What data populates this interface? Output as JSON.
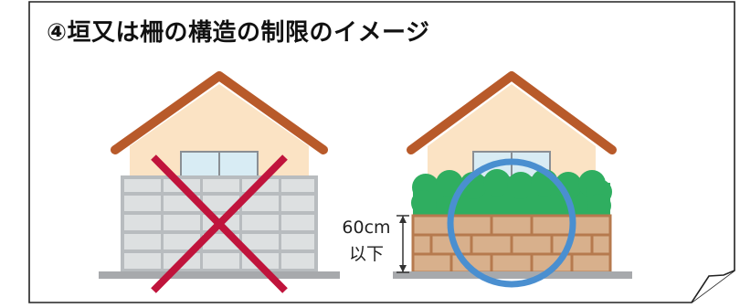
{
  "title": "④垣又は柵の構造の制限のイメージ",
  "height_limit": {
    "line1": "60cm",
    "line2": "以下"
  },
  "colors": {
    "roof": "#b85a2a",
    "wall": "#fbe3c4",
    "window": "#d8ecf4",
    "block_wall": "#dde0e1",
    "block_frame": "#b8bcbf",
    "cross": "#c0143c",
    "hedge": "#2fae60",
    "wood_fence": "#d8b08c",
    "wood_frame": "#b67a4e",
    "circle": "#4a8fd0",
    "ground": "#a7a9ac"
  },
  "icons": [
    "cross-mark-icon",
    "circle-mark-icon"
  ]
}
